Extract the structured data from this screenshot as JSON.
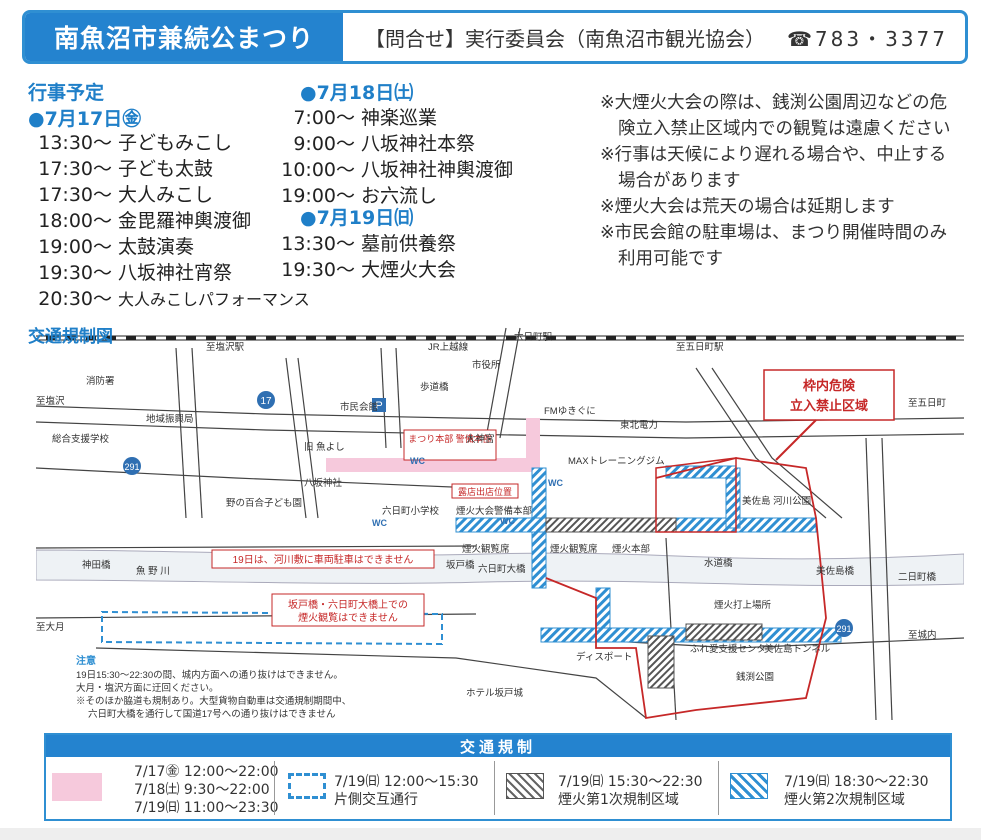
{
  "header": {
    "title": "南魚沼市兼続公まつり",
    "contact": "【問合せ】実行委員会（南魚沼市観光協会）",
    "phone": "☎783・3377"
  },
  "schedule": {
    "heading": "行事予定",
    "days": [
      {
        "label": "●7月17日㊎",
        "events": [
          {
            "time": "13:30～",
            "name": "子どもみこし"
          },
          {
            "time": "17:30～",
            "name": "子ども太鼓"
          },
          {
            "time": "17:30～",
            "name": "大人みこし"
          },
          {
            "time": "18:00～",
            "name": "金毘羅神輿渡御"
          },
          {
            "time": "19:00～",
            "name": "太鼓演奏"
          },
          {
            "time": "19:30～",
            "name": "八坂神社宵祭"
          },
          {
            "time": "20:30～",
            "name": "大人みこしパフォーマンス"
          }
        ]
      },
      {
        "label": "●7月18日㈯",
        "events": [
          {
            "time": "7:00～",
            "name": "神楽巡業"
          },
          {
            "time": "9:00～",
            "name": "八坂神社本祭"
          },
          {
            "time": "10:00～",
            "name": "八坂神社神輿渡御"
          },
          {
            "time": "19:00～",
            "name": "お六流し"
          }
        ]
      },
      {
        "label": "●7月19日㈰",
        "events": [
          {
            "time": "13:30～",
            "name": "墓前供養祭"
          },
          {
            "time": "19:30～",
            "name": "大煙火大会"
          }
        ]
      }
    ],
    "notes": [
      "※大煙火大会の際は、銭渕公園周辺などの危険立入禁止区域内での観覧は遠慮ください",
      "※行事は天候により遅れる場合や、中止する場合があります",
      "※煙火大会は荒天の場合は延期します",
      "※市民会館の駐車場は、まつり開催時間のみ利用可能です"
    ]
  },
  "map": {
    "title": "交通規制図",
    "labels": {
      "shiozawa_sta": "至塩沢駅",
      "jr": "JR上越線",
      "muika_sta": "六日町駅",
      "itsukamachi_sta": "至五日町駅",
      "itsukamachi": "至五日町",
      "shiozawa": "至塩沢",
      "fire": "消防署",
      "city_hall": "市役所",
      "promenade": "歩道橋",
      "civic_hall": "市民会館",
      "parking": "P",
      "fm": "FMゆきぐに",
      "tohoku": "東北電力",
      "regional": "地域振興局",
      "hq": "まつり本部 警備本部",
      "daijingu": "大神宮",
      "wc": "WC",
      "sakai": "総合支援学校",
      "kyu_uoyoshi": "旧 魚よし",
      "yasaka": "八坂神社",
      "max": "MAXトレーニングジム",
      "stalls": "露店出店位置",
      "yuri": "野の百合子ども園",
      "muika_es": "六日町小学校",
      "fw_guard": "煙火大会警備本部",
      "misayama_park": "美佐島 河川公園",
      "fw_view1": "煙火観覧席",
      "fw_view2": "煙火観覧席",
      "fw_hq": "煙火本部",
      "river": "魚 野 川",
      "kanda": "神田橋",
      "sakado": "坂戸橋",
      "muika_bridge": "六日町大橋",
      "suido": "水道橋",
      "misa_bridge": "美佐島橋",
      "nichome": "二日町橋",
      "launch": "煙火打上場所",
      "ohtsuki": "至大月",
      "jokanai": "至城内",
      "disport": "ディスポート",
      "fureai": "ふれ愛支援センター",
      "tunnel": "美佐島トンネル",
      "zenbuchi": "銭渕公園",
      "hotel": "ホテル坂戸城",
      "route17": "17",
      "route291a": "291",
      "route291b": "291",
      "danger1": "枠内危険",
      "danger2": "立入禁止区域",
      "warn1": "19日は、河川敷に車両駐車はできません",
      "warn2a": "坂戸橋・六日町大橋上での",
      "warn2b": "煙火観覧はできません",
      "caution": "注意",
      "caution_l1": "19日15:30～22:30の間、城内方面への通り抜けはできません。",
      "caution_l2": "大月・塩沢方面に迂回ください。",
      "caution_l3": "※そのほか脇道も規制あり。大型貨物自動車は交通規制期間中、",
      "caution_l4": "六日町大橋を通行して国道17号への通り抜けはできません"
    }
  },
  "legend": {
    "title": "交通規制",
    "items": [
      {
        "lines": [
          "7/17㊎ 12:00～22:00",
          "7/18㈯  9:30～22:00",
          "7/19㈰ 11:00～23:30"
        ]
      },
      {
        "lines": [
          "7/19㈰ 12:00～15:30",
          "片側交互通行"
        ]
      },
      {
        "lines": [
          "7/19㈰ 15:30～22:30",
          "煙火第1次規制区域"
        ]
      },
      {
        "lines": [
          "7/19㈰ 18:30～22:30",
          "煙火第2次規制区域"
        ]
      }
    ]
  }
}
